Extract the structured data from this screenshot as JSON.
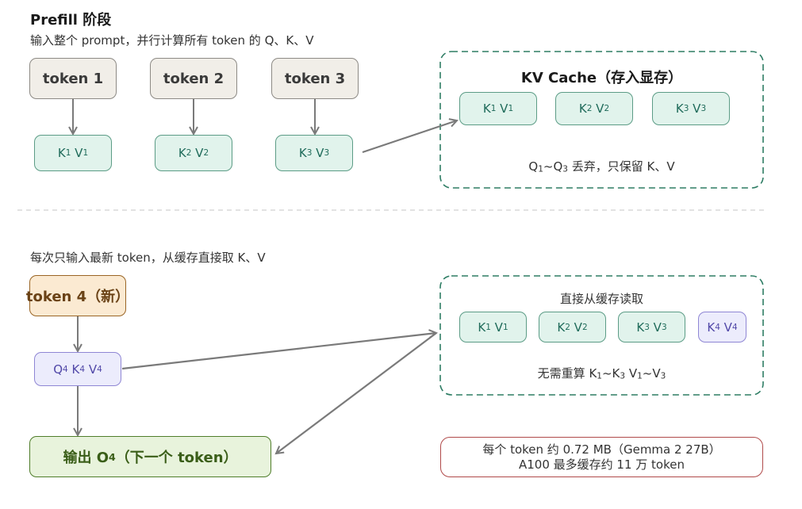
{
  "prefill": {
    "title": "Prefill 阶段",
    "subtitle": "输入整个 prompt，并行计算所有 token 的 Q、K、V",
    "tokens": [
      "token 1",
      "token 2",
      "token 3"
    ],
    "kv": [
      {
        "k": "K",
        "ks": "1",
        "v": "V",
        "vs": "1"
      },
      {
        "k": "K",
        "ks": "2",
        "v": "V",
        "vs": "2"
      },
      {
        "k": "K",
        "ks": "3",
        "v": "V",
        "vs": "3"
      }
    ]
  },
  "cache": {
    "title": "KV Cache（存入显存）",
    "kv": [
      {
        "k": "K",
        "ks": "1",
        "v": "V",
        "vs": "1"
      },
      {
        "k": "K",
        "ks": "2",
        "v": "V",
        "vs": "2"
      },
      {
        "k": "K",
        "ks": "3",
        "v": "V",
        "vs": "3"
      }
    ],
    "note": {
      "q1": "Q",
      "s1": "1",
      "tilde": "~",
      "q3": "Q",
      "s3": "3",
      "rest": " 丢弃，只保留 K、V"
    }
  },
  "decode": {
    "subtitle": "每次只输入最新 token，从缓存直接取 K、V",
    "new_token": "token 4（新）",
    "qkv": {
      "q": "Q",
      "qs": "4",
      "k": "K",
      "ks": "4",
      "v": "V",
      "vs": "4"
    },
    "output": {
      "prefix": "输出 O",
      "sub": "4",
      "suffix": "（下一个 token）"
    },
    "read_box": {
      "title": "直接从缓存读取",
      "kv": [
        {
          "k": "K",
          "ks": "1",
          "v": "V",
          "vs": "1"
        },
        {
          "k": "K",
          "ks": "2",
          "v": "V",
          "vs": "2"
        },
        {
          "k": "K",
          "ks": "3",
          "v": "V",
          "vs": "3"
        },
        {
          "k": "K",
          "ks": "4",
          "v": "V",
          "vs": "4"
        }
      ],
      "note": {
        "prefix": "无需重算 K",
        "s1": "1",
        "mid1": "~K",
        "s3": "3",
        "mid2": " V",
        "s1b": "1",
        "mid3": "~V",
        "s3b": "3"
      }
    }
  },
  "info": {
    "line1": "每个 token 约 0.72 MB（Gemma 2 27B）",
    "line2": "A100 最多缓存约 11 万 token"
  },
  "colors": {
    "arrow": "#7a7a7a",
    "cache_border": "#2e7d64",
    "divider": "#e2e2e2"
  }
}
